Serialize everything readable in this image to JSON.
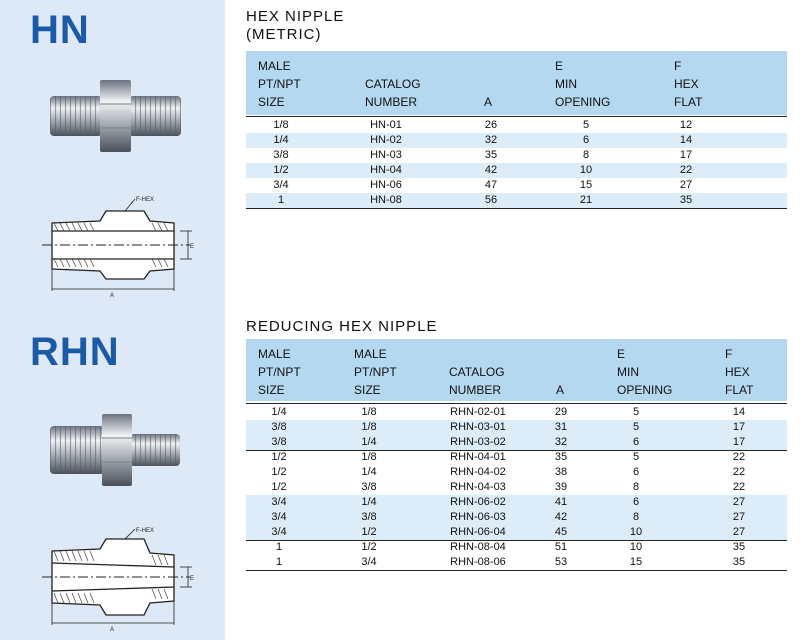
{
  "hn": {
    "code": "HN",
    "title_line1": "HEX NIPPLE",
    "title_line2": "(METRIC)",
    "diagram": {
      "hex_label": "F-HEX",
      "a_label": "A",
      "e_label": "E"
    },
    "headers": {
      "size": [
        "MALE",
        "PT/NPT",
        "SIZE"
      ],
      "catalog": [
        "CATALOG",
        "NUMBER"
      ],
      "a": "A",
      "e": [
        "E",
        "MIN",
        "OPENING"
      ],
      "f": [
        "F",
        "HEX",
        "FLAT"
      ]
    },
    "rows": [
      {
        "size": "1/8",
        "catalog": "HN-01",
        "a": "26",
        "e": "5",
        "f": "12"
      },
      {
        "size": "1/4",
        "catalog": "HN-02",
        "a": "32",
        "e": "6",
        "f": "14"
      },
      {
        "size": "3/8",
        "catalog": "HN-03",
        "a": "35",
        "e": "8",
        "f": "17"
      },
      {
        "size": "1/2",
        "catalog": "HN-04",
        "a": "42",
        "e": "10",
        "f": "22"
      },
      {
        "size": "3/4",
        "catalog": "HN-06",
        "a": "47",
        "e": "15",
        "f": "27"
      },
      {
        "size": "1",
        "catalog": "HN-08",
        "a": "56",
        "e": "21",
        "f": "35"
      }
    ]
  },
  "rhn": {
    "code": "RHN",
    "title": "REDUCING HEX NIPPLE",
    "diagram": {
      "hex_label": "F-HEX",
      "a_label": "A",
      "e_label": "E"
    },
    "headers": {
      "size1": [
        "MALE",
        "PT/NPT",
        "SIZE"
      ],
      "size2": [
        "MALE",
        "PT/NPT",
        "SIZE"
      ],
      "catalog": [
        "CATALOG",
        "NUMBER"
      ],
      "a": "A",
      "e": [
        "E",
        "MIN",
        "OPENING"
      ],
      "f": [
        "F",
        "HEX",
        "FLAT"
      ]
    },
    "rows": [
      {
        "size1": "1/4",
        "size2": "1/8",
        "catalog": "RHN-02-01",
        "a": "29",
        "e": "5",
        "f": "14"
      },
      {
        "size1": "3/8",
        "size2": "1/8",
        "catalog": "RHN-03-01",
        "a": "31",
        "e": "5",
        "f": "17"
      },
      {
        "size1": "3/8",
        "size2": "1/4",
        "catalog": "RHN-03-02",
        "a": "32",
        "e": "6",
        "f": "17"
      },
      {
        "size1": "1/2",
        "size2": "1/8",
        "catalog": "RHN-04-01",
        "a": "35",
        "e": "5",
        "f": "22"
      },
      {
        "size1": "1/2",
        "size2": "1/4",
        "catalog": "RHN-04-02",
        "a": "38",
        "e": "6",
        "f": "22"
      },
      {
        "size1": "1/2",
        "size2": "3/8",
        "catalog": "RHN-04-03",
        "a": "39",
        "e": "8",
        "f": "22"
      },
      {
        "size1": "3/4",
        "size2": "1/4",
        "catalog": "RHN-06-02",
        "a": "41",
        "e": "6",
        "f": "27"
      },
      {
        "size1": "3/4",
        "size2": "3/8",
        "catalog": "RHN-06-03",
        "a": "42",
        "e": "8",
        "f": "27"
      },
      {
        "size1": "3/4",
        "size2": "1/2",
        "catalog": "RHN-06-04",
        "a": "45",
        "e": "10",
        "f": "27"
      },
      {
        "size1": "1",
        "size2": "1/2",
        "catalog": "RHN-08-04",
        "a": "51",
        "e": "10",
        "f": "35"
      },
      {
        "size1": "1",
        "size2": "3/4",
        "catalog": "RHN-08-06",
        "a": "53",
        "e": "15",
        "f": "35"
      }
    ]
  }
}
